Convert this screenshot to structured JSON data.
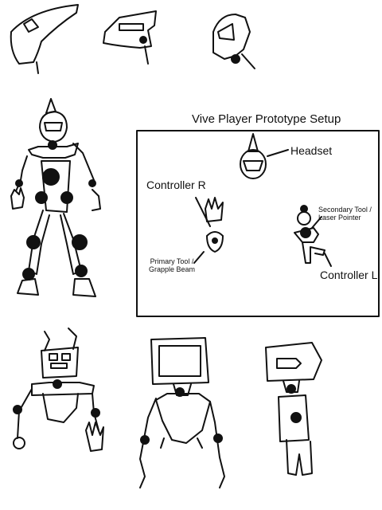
{
  "panel": {
    "title": "Vive Player Prototype Setup",
    "labels": {
      "headset": "Headset",
      "controller_r": "Controller R",
      "controller_l": "Controller L",
      "secondary_tool_line1": "Secondary Tool /",
      "secondary_tool_line2": "Laser Pointer",
      "primary_tool_line1": "Primary Tool /",
      "primary_tool_line2": "Grapple Beam"
    }
  },
  "colors": {
    "ink": "#111111",
    "paper": "#ffffff"
  }
}
